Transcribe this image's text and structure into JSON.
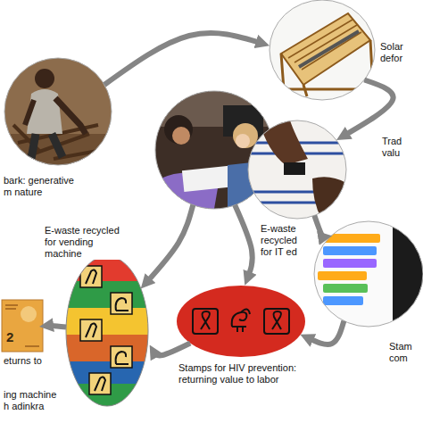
{
  "diagram": {
    "nodes": [
      {
        "text": [
          "bark: generative m nature"
        ]
      },
      {
        "text": [
          "Solar defor"
        ]
      },
      {
        "text": [
          "E-waste recycled for IT ed"
        ]
      },
      {
        "text": [
          "Trad valu"
        ]
      },
      {
        "text": [
          "Stam com"
        ]
      },
      {
        "text": [
          "Stamps for HIV prevention: returning value to labor"
        ]
      },
      {
        "text": [
          "ing machine h adinkra"
        ]
      },
      {
        "text": [
          "2",
          "eturns to"
        ]
      }
    ],
    "edges": [
      {
        "from": 0,
        "to": 1,
        "arrow": "to"
      },
      {
        "from": 1,
        "to": 3,
        "arrow": "to"
      },
      {
        "from": 2,
        "to": 5,
        "arrow": "to"
      },
      {
        "from": 2,
        "to": 6,
        "label": "E-waste recycled for vending machine",
        "arrow": "to"
      },
      {
        "from": 3,
        "to": 4,
        "arrow": "to"
      },
      {
        "from": 4,
        "to": 5,
        "arrow": "to"
      },
      {
        "from": 5,
        "to": 6,
        "arrow": "to"
      },
      {
        "from": 6,
        "to": 7,
        "arrow": "to"
      }
    ]
  }
}
